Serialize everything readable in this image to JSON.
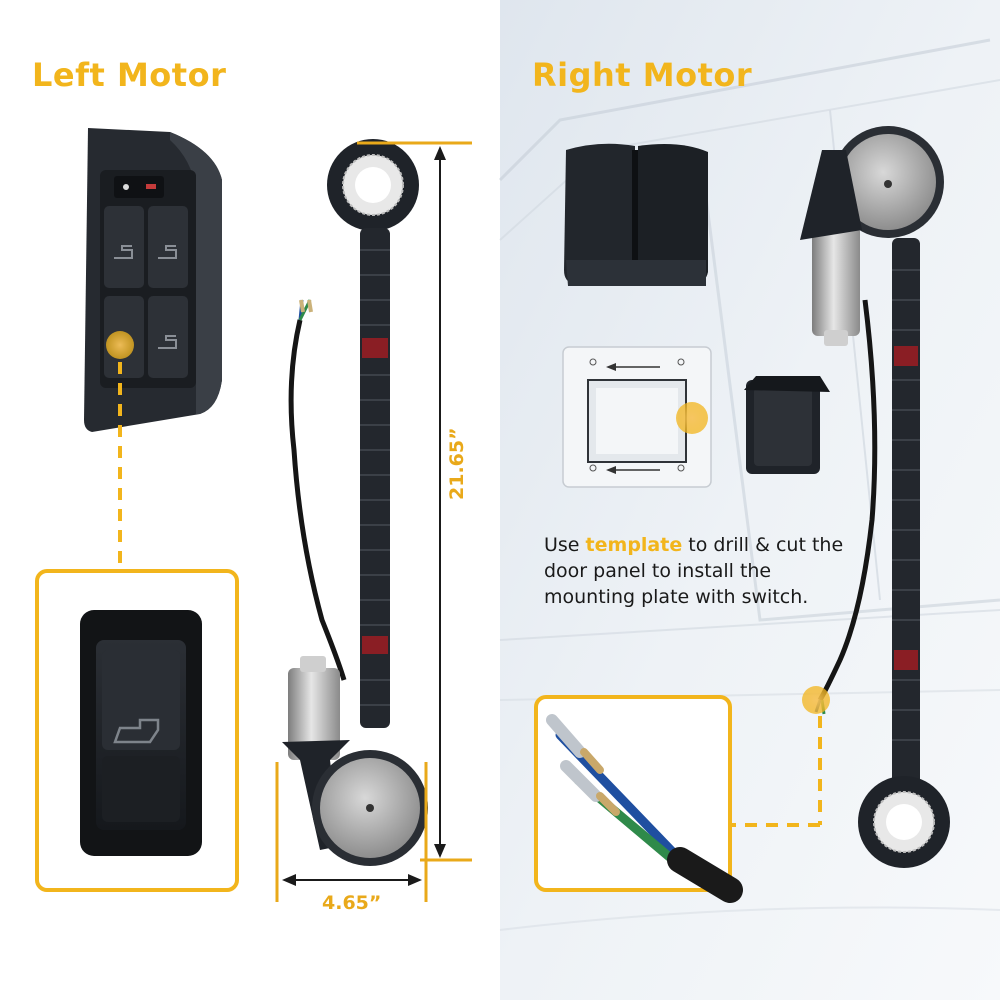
{
  "left_panel": {
    "title": "Left Motor"
  },
  "right_panel": {
    "title": "Right Motor"
  },
  "dimensions": {
    "height": "21.65”",
    "width": "4.65”"
  },
  "instruction": {
    "before": "Use ",
    "highlight": "template",
    "after": " to drill & cut the door panel to install the mounting plate with switch."
  },
  "colors": {
    "accent": "#f2b51c",
    "motor_body": "#1f2329",
    "link_red": "#8a1e24"
  },
  "icon_names": [
    "window-switch-icon",
    "arrow-left-icon",
    "connector-pin-icon"
  ]
}
